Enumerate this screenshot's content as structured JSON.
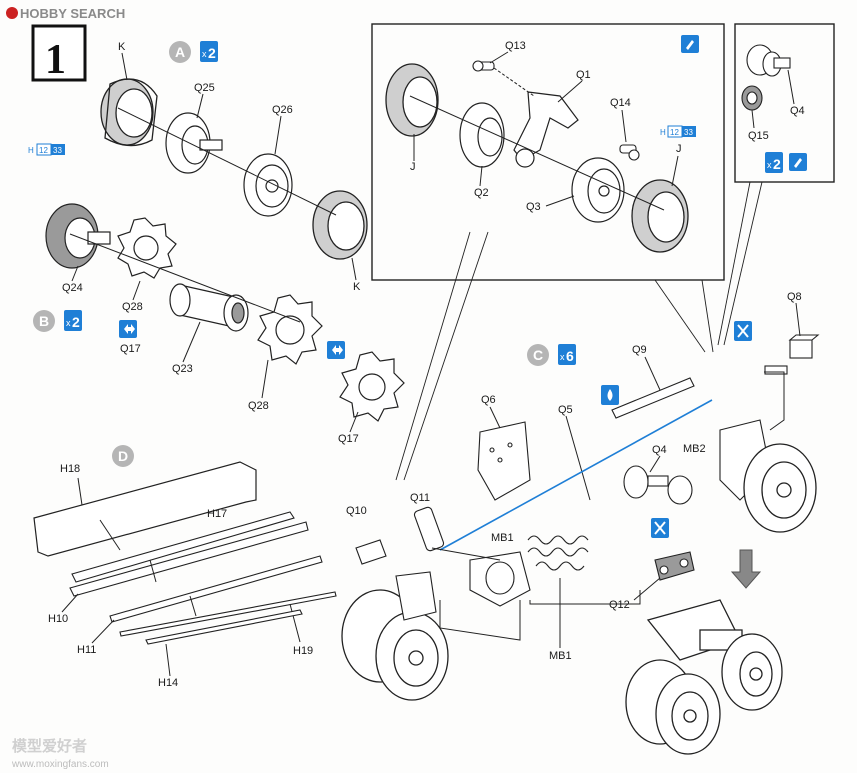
{
  "header": {
    "logo_text": "HOBBY SEARCH",
    "step_number": "1"
  },
  "subassemblies": {
    "A": {
      "letter": "A",
      "multiplier": "2"
    },
    "B": {
      "letter": "B",
      "multiplier": "2"
    },
    "C": {
      "letter": "C",
      "multiplier": "6"
    },
    "D": {
      "letter": "D"
    }
  },
  "paint_codes": {
    "prefix": "H",
    "code1": "12",
    "code2": "33"
  },
  "inset_multiplier": "2",
  "labels": {
    "K_top": "K",
    "Q25": "Q25",
    "Q26": "Q26",
    "K_bottom": "K",
    "Q24": "Q24",
    "Q28_left": "Q28",
    "Q17_left": "Q17",
    "Q23": "Q23",
    "Q28_right": "Q28",
    "Q17_right": "Q17",
    "Q13": "Q13",
    "Q1": "Q1",
    "Q14": "Q14",
    "J_left": "J",
    "Q2": "Q2",
    "Q3": "Q3",
    "J_right": "J",
    "Q4_inset": "Q4",
    "Q15": "Q15",
    "Q8": "Q8",
    "Q9": "Q9",
    "Q6": "Q6",
    "Q5": "Q5",
    "Q4_main": "Q4",
    "MB2": "MB2",
    "Q11": "Q11",
    "Q10": "Q10",
    "MB1_top": "MB1",
    "MB1_bottom": "MB1",
    "Q12": "Q12",
    "H18": "H18",
    "H17": "H17",
    "H10": "H10",
    "H11": "H11",
    "H19": "H19",
    "H14": "H14"
  },
  "watermark": {
    "cn": "模型爱好者",
    "url": "www.moxingfans.com"
  },
  "colors": {
    "accent_blue": "#1f7fd6",
    "badge_gray": "#b5b5b5",
    "line": "#222222"
  },
  "icons": [
    "step-box",
    "multiplier-badge",
    "paint-code-box",
    "glue-brush-icon",
    "rotate-both-ways-icon",
    "cement-drop-icon",
    "do-not-glue-icon",
    "direction-arrow-icon"
  ]
}
